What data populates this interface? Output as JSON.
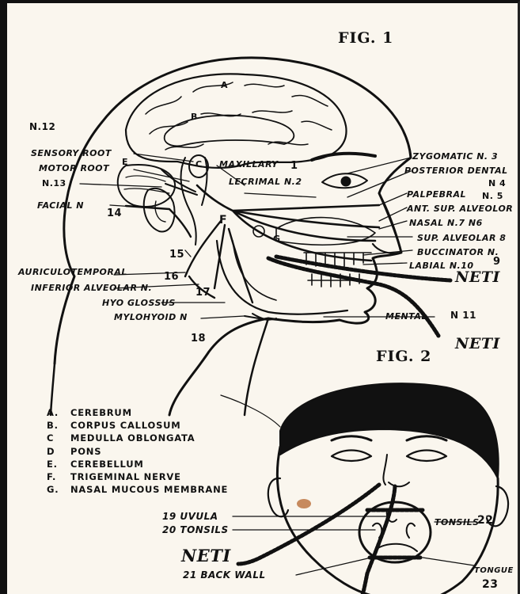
{
  "fig1_title": "FIG. 1",
  "fig2_title": "FIG. 2",
  "neti_labels": [
    "NETI",
    "NETI",
    "NETI"
  ],
  "head_letters": {
    "a": "A",
    "b": "B",
    "e": "E",
    "f": "F",
    "g": "G",
    "c": "C"
  },
  "left_labels": {
    "n12": "N.12",
    "sensory_root": "SENSORY ROOT",
    "motor_root": "MOTOR ROOT",
    "n13": "N.13",
    "facial_n": "FACIAL N",
    "n14": "14",
    "n15": "15",
    "auriculotemporal": "AURICULOTEMPORAL",
    "n16": "16",
    "inferior_alveolar": "INFERIOR ALVEOLAR N.",
    "n17": "17",
    "hyo_glossus": "HYO GLOSSUS",
    "mylohyoid": "MYLOHYOID N",
    "n18": "18"
  },
  "center_labels": {
    "maxillary": "MAXILLARY",
    "n1": "1",
    "lecrimal": "LECRIMAL N.2"
  },
  "right_labels": {
    "zygomatic": "ZYGOMATIC N. 3",
    "posterior_dental": "POSTERIOR DENTAL",
    "n4": "N 4",
    "palpebral": "PALPEBRAL",
    "n5": "N. 5",
    "ant_sup_alveolor": "ANT. SUP. ALVEOLOR",
    "nasal": "NASAL N.7 N6",
    "sup_alveolar": "SUP. ALVEOLAR 8",
    "buccinator": "BUCCINATOR N.",
    "labial": "LABIAL N.10",
    "n9": "9",
    "mental": "MENTAL",
    "n11": "N 11"
  },
  "legend": [
    {
      "key": "A.",
      "text": "CEREBRUM"
    },
    {
      "key": "B.",
      "text": "CORPUS CALLOSUM"
    },
    {
      "key": "C",
      "text": "MEDULLA OBLONGATA"
    },
    {
      "key": "D",
      "text": "PONS"
    },
    {
      "key": "E.",
      "text": "CEREBELLUM"
    },
    {
      "key": "F.",
      "text": "TRIGEMINAL NERVE"
    },
    {
      "key": "G.",
      "text": "NASAL MUCOUS MEMBRANE"
    }
  ],
  "fig2_labels": {
    "uvula": "19 UVULA",
    "tonsils": "20 TONSILS",
    "tonsils_right": "TONSILS",
    "n22": "22",
    "back_wall": "21 BACK WALL",
    "tongue": "TONGUE",
    "n23": "23"
  },
  "colors": {
    "ink": "#111111",
    "paper": "#faf6ee",
    "stain": "#b5652e"
  }
}
